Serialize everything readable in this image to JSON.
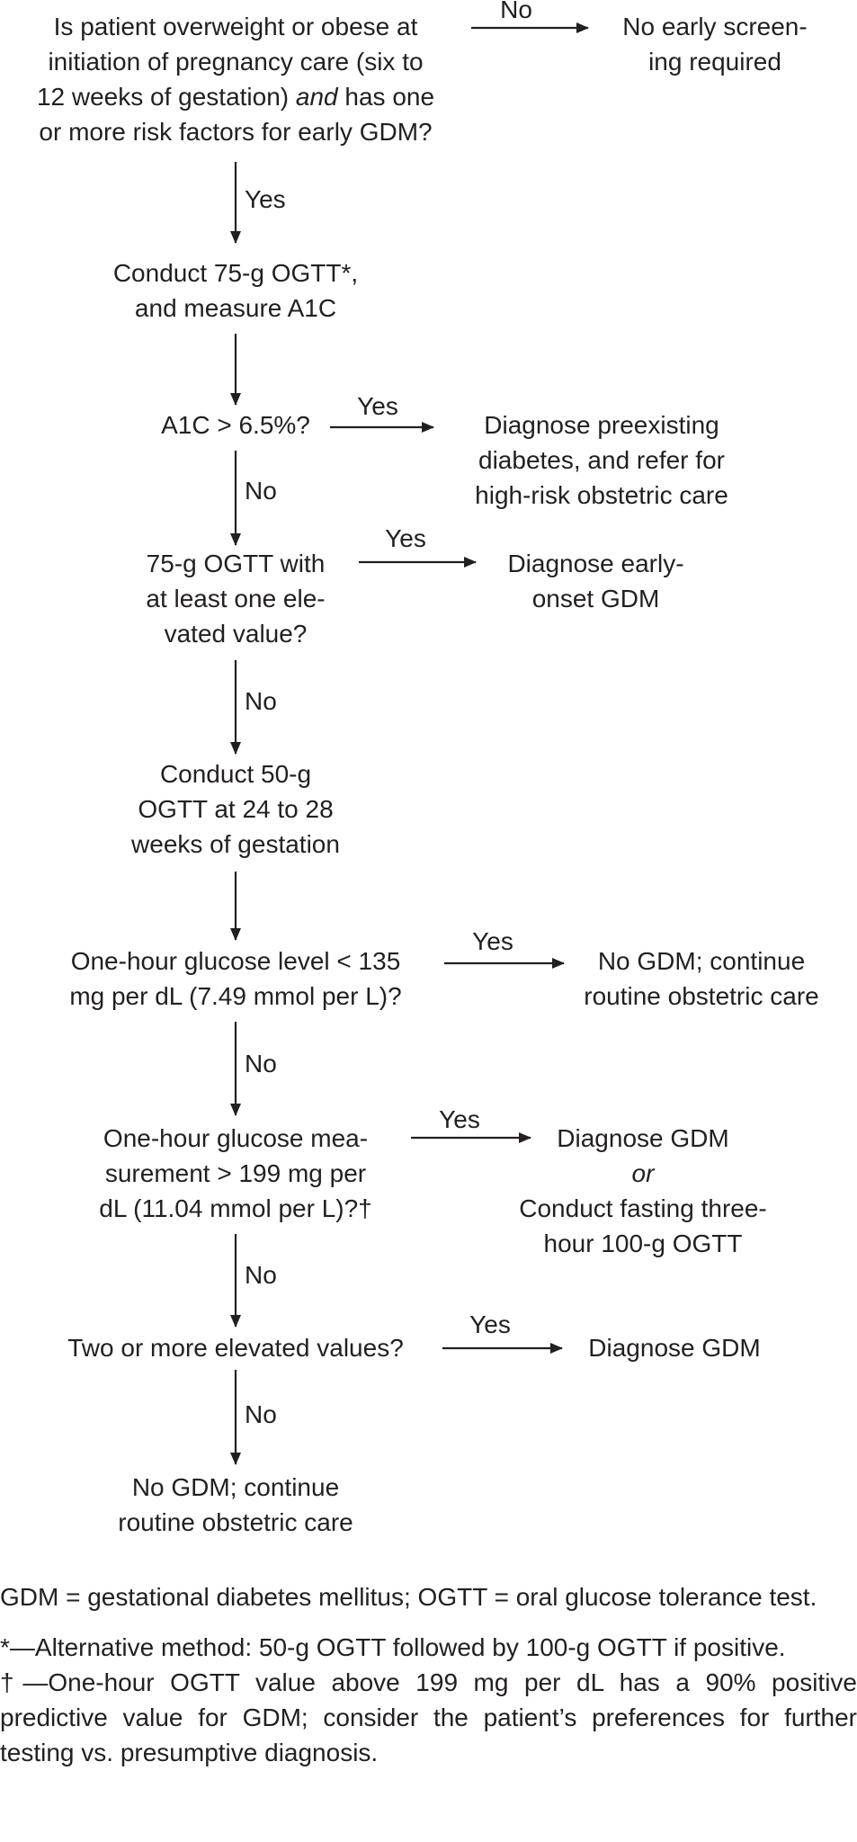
{
  "nodes": {
    "start": [
      "Is patient overweight or obese at",
      "initiation of pregnancy care (six to",
      "12 weeks of gestation) and has one",
      "or more risk factors for early GDM?"
    ],
    "no_early": [
      "No early screen-",
      "ing required"
    ],
    "conduct75": [
      "Conduct 75-g OGTT*,",
      "and measure A1C"
    ],
    "a1c": "A1C > 6.5%?",
    "preexisting": [
      "Diagnose preexisting",
      "diabetes, and refer for",
      "high-risk obstetric care"
    ],
    "ogtt_elevated": [
      "75-g OGTT with",
      "at least one ele-",
      "vated value?"
    ],
    "early_onset": [
      "Diagnose early-",
      "onset GDM"
    ],
    "conduct50": [
      "Conduct 50-g",
      "OGTT at 24 to 28",
      "weeks of gestation"
    ],
    "one_hour_135": [
      "One-hour glucose level < 135",
      "mg per dL (7.49 mmol per L)?"
    ],
    "no_gdm_1": [
      "No GDM; continue",
      "routine obstetric care"
    ],
    "one_hour_199": [
      "One-hour glucose mea-",
      "surement > 199 mg per",
      "dL (11.04 mmol per L)?†"
    ],
    "diagnose_or": [
      "Diagnose GDM",
      "or",
      "Conduct fasting three-",
      "hour 100-g OGTT"
    ],
    "two_or_more": "Two or more elevated values?",
    "diagnose_gdm": "Diagnose GDM",
    "no_gdm_2": [
      "No GDM; continue",
      "routine obstetric care"
    ]
  },
  "edge_labels": {
    "start_no": "No",
    "start_yes": "Yes",
    "a1c_yes": "Yes",
    "a1c_no": "No",
    "ogtt_yes": "Yes",
    "ogtt_no": "No",
    "h135_yes": "Yes",
    "h135_no": "No",
    "h199_yes": "Yes",
    "h199_no": "No",
    "two_yes": "Yes",
    "two_no": "No"
  },
  "footnotes": {
    "abbrev": "GDM = gestational diabetes mellitus; OGTT = oral glucose tolerance test.",
    "star": "*—Alternative method: 50-g OGTT followed by 100-g OGTT if positive.",
    "dagger": "†—One-hour OGTT value above 199 mg per dL has a 90% positive predictive value for GDM; consider the patient’s preferences for further testing vs. presumptive diagnosis."
  },
  "colors": {
    "ink": "#231f20"
  }
}
